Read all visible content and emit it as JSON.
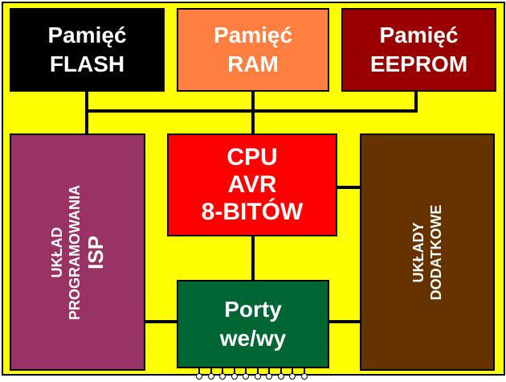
{
  "blocks": {
    "flash": {
      "line1": "Pamięć",
      "line2": "FLASH",
      "color": "#000000"
    },
    "ram": {
      "line1": "Pamięć",
      "line2": "RAM",
      "color": "#ff7f40"
    },
    "eeprom": {
      "line1": "Pamięć",
      "line2": "EEPROM",
      "color": "#990000"
    },
    "cpu": {
      "line1": "CPU",
      "line2": "AVR",
      "line3": "8-BITÓW",
      "color": "#ff0000"
    },
    "isp": {
      "line1": "UKŁAD",
      "line2": "PROGRAMOWANIA",
      "line3": "ISP",
      "color": "#993366"
    },
    "extra": {
      "line1": "UKŁADY",
      "line2": "DODATKOWE",
      "color": "#663300"
    },
    "ports": {
      "line1": "Porty",
      "line2": "we/wy",
      "color": "#006633"
    }
  },
  "board_color": "#ffff00",
  "pin_count": 10
}
